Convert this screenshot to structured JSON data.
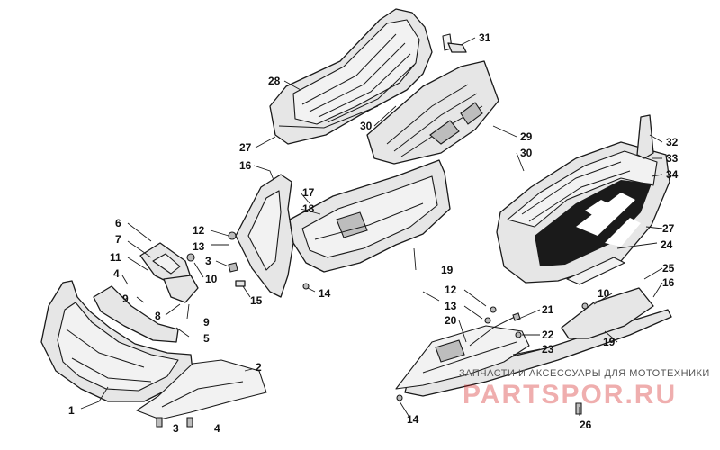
{
  "watermark": {
    "tagline": "ЗАПЧАСТИ И АКСЕССУАРЫ ДЛЯ МОТОТЕХНИКИ",
    "logo": "PARTSPOR.RU"
  },
  "callouts": {
    "c1": "1",
    "c2": "2",
    "c3a": "3",
    "c3b": "3",
    "c4a": "4",
    "c4b": "4",
    "c5": "5",
    "c6": "6",
    "c7": "7",
    "c8": "8",
    "c9a": "9",
    "c9b": "9",
    "c10a": "10",
    "c10b": "10",
    "c11": "11",
    "c12a": "12",
    "c12b": "12",
    "c13a": "13",
    "c13b": "13",
    "c14a": "14",
    "c14b": "14",
    "c15": "15",
    "c16a": "16",
    "c16b": "16",
    "c17": "17",
    "c18": "18",
    "c19a": "19",
    "c19b": "19",
    "c20": "20",
    "c21": "21",
    "c22": "22",
    "c23": "23",
    "c24": "24",
    "c25": "25",
    "c26": "26",
    "c27a": "27",
    "c27b": "27",
    "c28": "28",
    "c29": "29",
    "c30a": "30",
    "c30b": "30",
    "c31": "31",
    "c32": "32",
    "c33": "33",
    "c34": "34"
  }
}
